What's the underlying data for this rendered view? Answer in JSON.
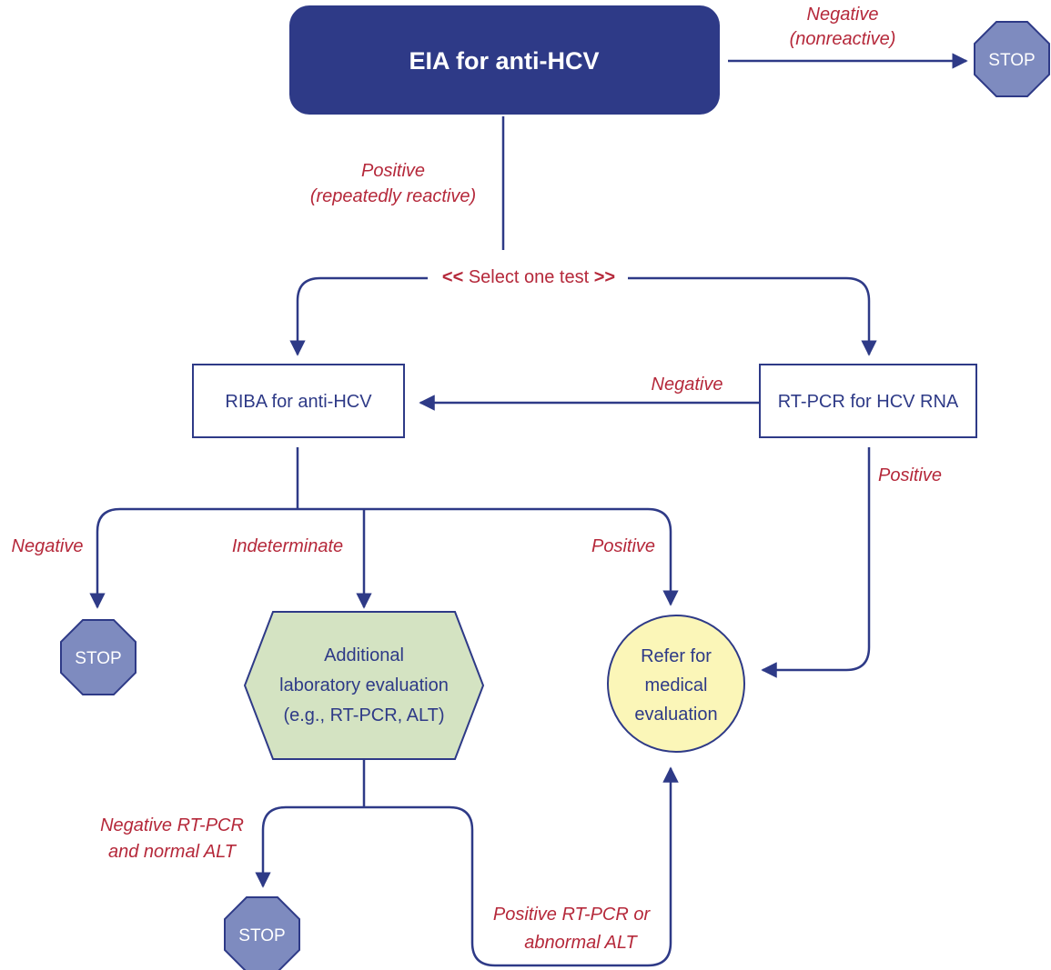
{
  "nodes": {
    "eia": "EIA for anti-HCV",
    "riba": "RIBA for anti-HCV",
    "rtpcr": "RT-PCR for HCV RNA",
    "additional": [
      "Additional",
      "laboratory evaluation",
      "(e.g., RT-PCR, ALT)"
    ],
    "refer": [
      "Refer for",
      "medical",
      "evaluation"
    ],
    "stop": "STOP"
  },
  "edges": {
    "eia_negative": [
      "Negative",
      "(nonreactive)"
    ],
    "eia_positive": [
      "Positive",
      "(repeatedly reactive)"
    ],
    "select": {
      "left_marker": "<<",
      "text": "Select one test",
      "right_marker": ">>"
    },
    "pcr_negative": "Negative",
    "pcr_positive": "Positive",
    "riba_negative": "Negative",
    "riba_indeterminate": "Indeterminate",
    "riba_positive": "Positive",
    "add_negative": [
      "Negative RT-PCR",
      "and normal ALT"
    ],
    "add_positive": [
      "Positive RT-PCR or",
      "abnormal ALT"
    ]
  },
  "colors": {
    "navy": "#2e3a87",
    "red_label": "#b5283a",
    "stop_fill": "#7e8bbf",
    "hexagon_fill": "#d4e3c2",
    "circle_fill": "#fbf6b8"
  }
}
